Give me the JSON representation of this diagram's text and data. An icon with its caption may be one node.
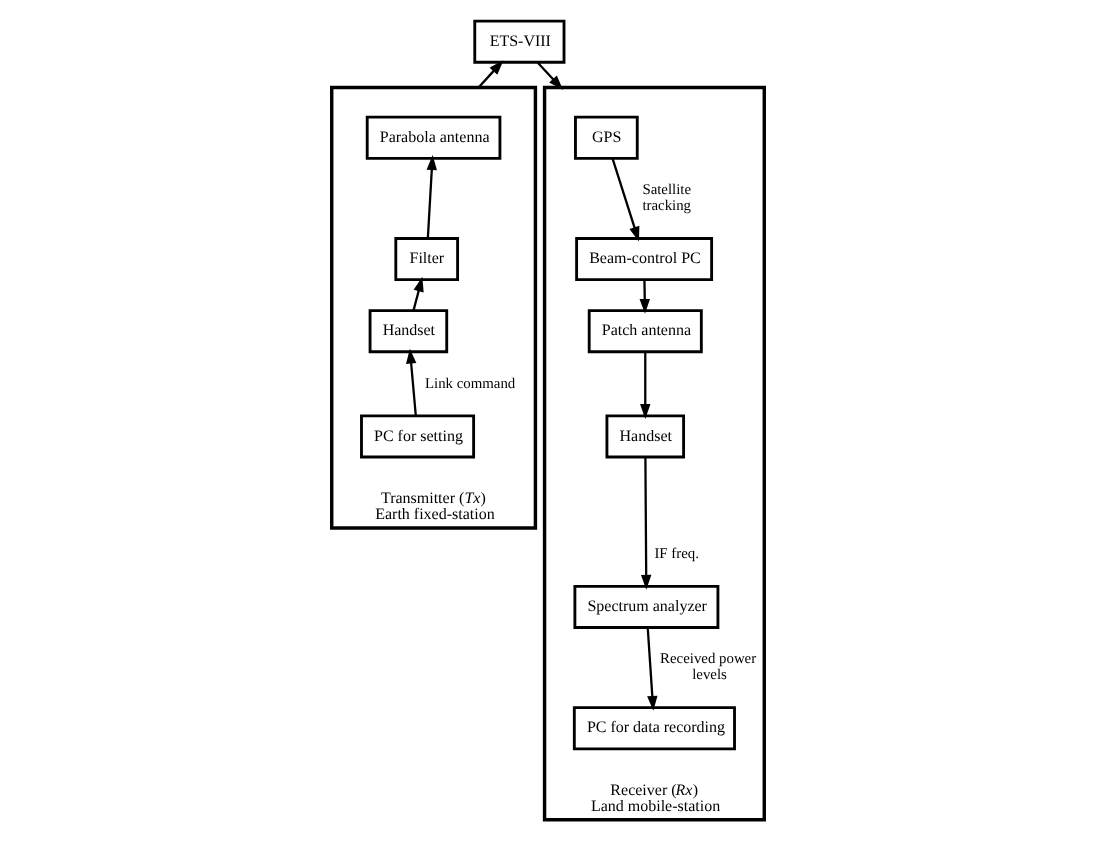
{
  "diagram": {
    "nodes": [
      {
        "text": [
          "ETS-VIII"
        ]
      },
      {
        "text": [
          "Transmitter (*Tx*)",
          "Earth fixed-station"
        ]
      },
      {
        "text": [
          "Parabola antenna"
        ],
        "in": 1
      },
      {
        "text": [
          "Filter"
        ],
        "in": 1
      },
      {
        "text": [
          "Handset"
        ],
        "in": 1
      },
      {
        "text": [
          "PC for setting"
        ],
        "in": 1
      },
      {
        "text": [
          "Receiver (*Rx*)",
          "Land mobile-station"
        ]
      },
      {
        "text": [
          "GPS"
        ],
        "in": 6
      },
      {
        "text": [
          "Beam-control PC"
        ],
        "in": 6
      },
      {
        "text": [
          "Patch antenna"
        ],
        "in": 6
      },
      {
        "text": [
          "Handset"
        ],
        "in": 6
      },
      {
        "text": [
          "Spectrum analyzer"
        ],
        "in": 6
      },
      {
        "text": [
          "PC for data recording"
        ],
        "in": 6
      }
    ],
    "edges": [
      {
        "from": 1,
        "to": 0,
        "arrow": "to"
      },
      {
        "from": 0,
        "to": 6,
        "arrow": "to"
      },
      {
        "from": 5,
        "to": 4,
        "arrow": "to",
        "label": "Link command"
      },
      {
        "from": 4,
        "to": 3,
        "arrow": "to"
      },
      {
        "from": 3,
        "to": 2,
        "arrow": "to"
      },
      {
        "from": 7,
        "to": 8,
        "arrow": "to",
        "label": "Satellite tracking"
      },
      {
        "from": 8,
        "to": 9,
        "arrow": "to"
      },
      {
        "from": 9,
        "to": 10,
        "arrow": "to"
      },
      {
        "from": 10,
        "to": 11,
        "arrow": "to",
        "label": "IF freq."
      },
      {
        "from": 11,
        "to": 12,
        "arrow": "to",
        "label": "Received power levels"
      }
    ]
  }
}
